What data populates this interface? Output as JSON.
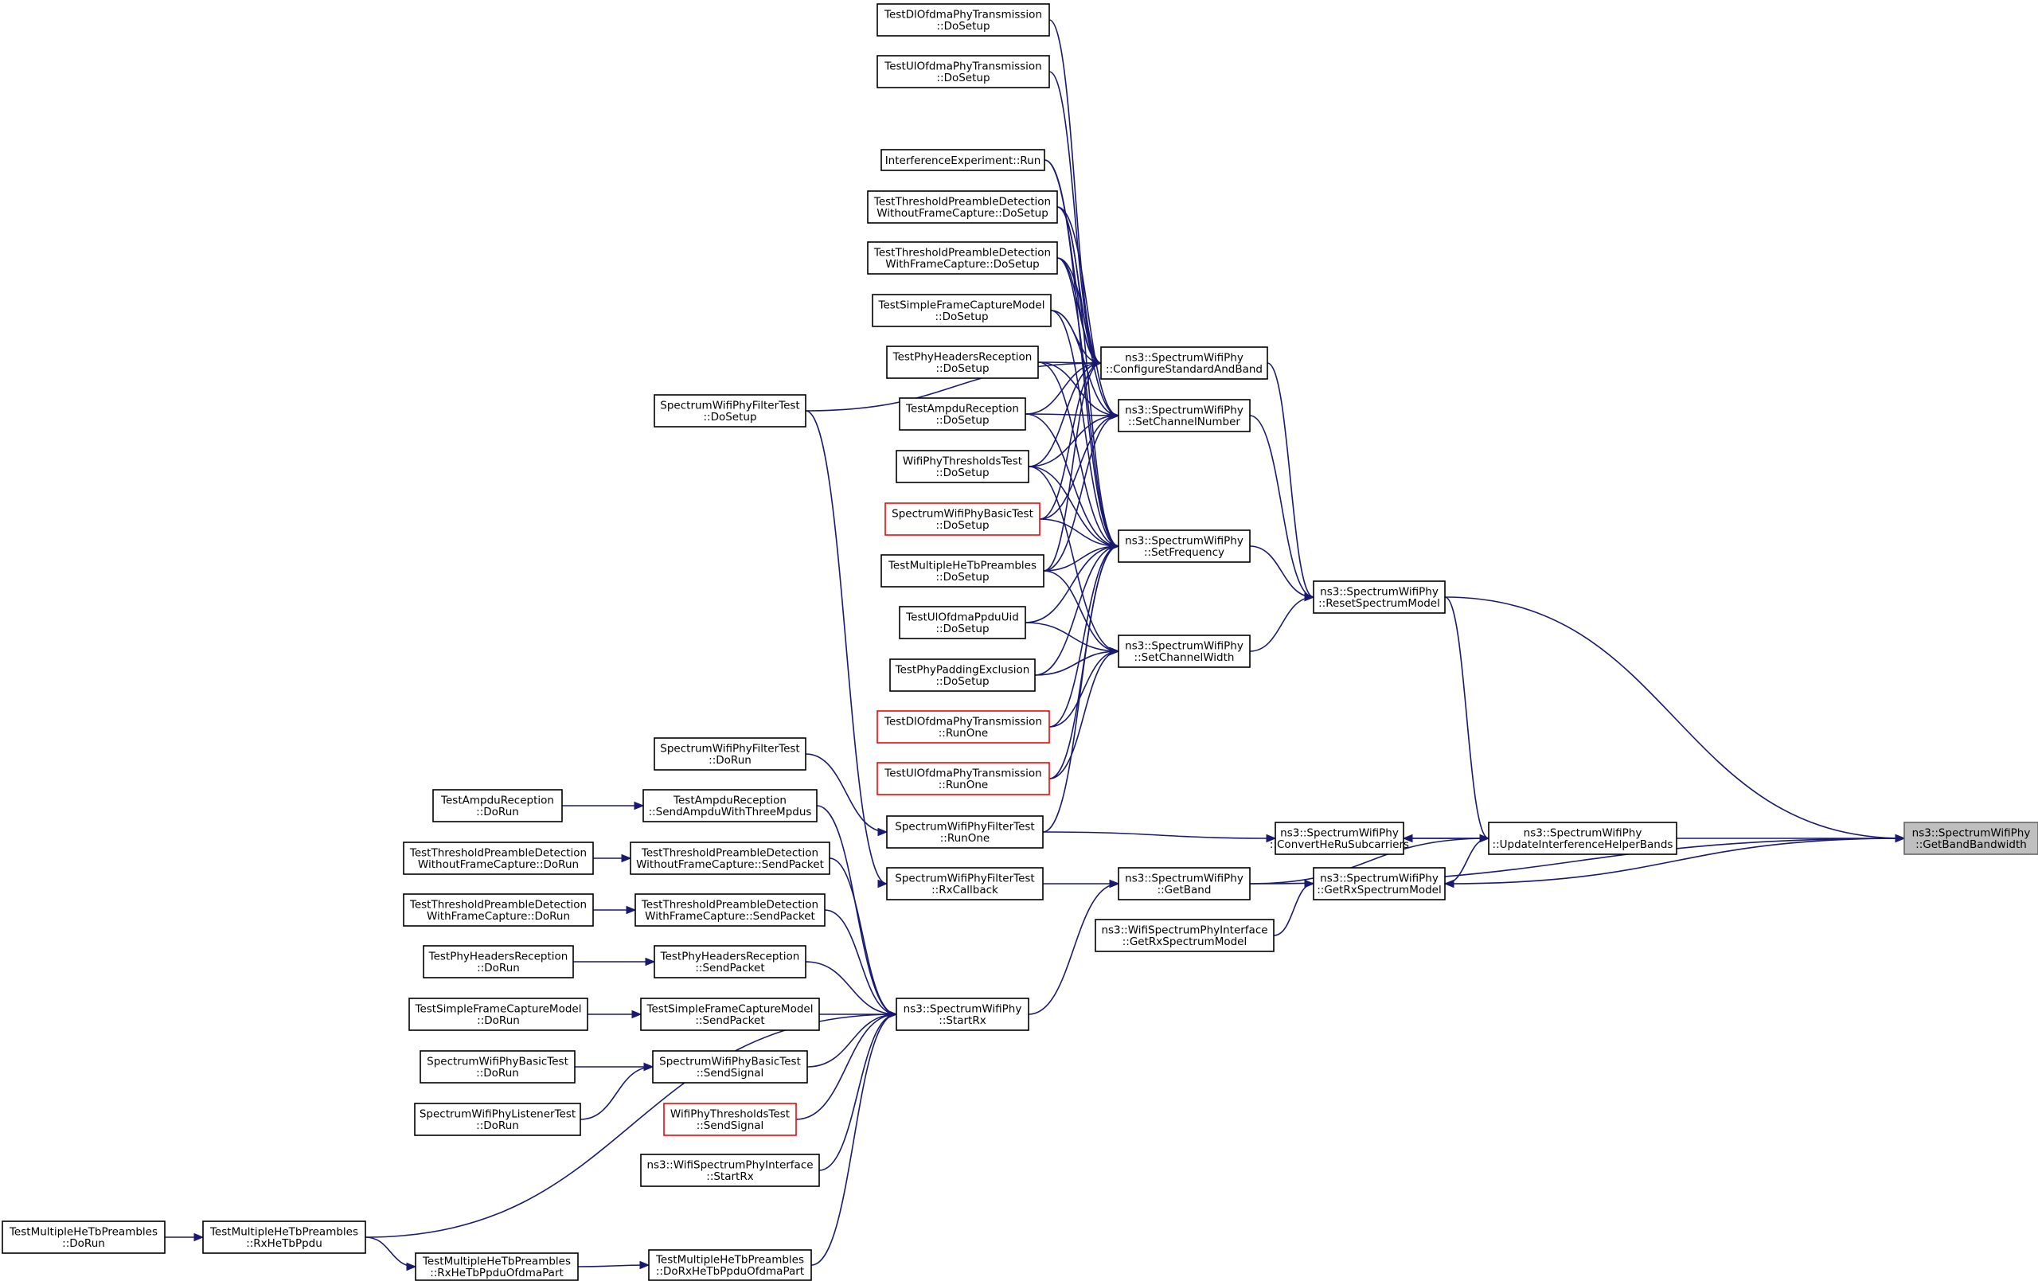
{
  "diagram": {
    "type": "call-graph",
    "edge_color": "#191970",
    "node_border_color": "#000000",
    "highlight_border_color": "#ff0000",
    "focus_fill_color": "#bfbfbf",
    "nodes": [
      {
        "id": "getbandwidth",
        "lines": [
          "ns3::SpectrumWifiPhy",
          "::GetBandBandwidth"
        ],
        "style": "focus"
      },
      {
        "id": "resetsm",
        "lines": [
          "ns3::SpectrumWifiPhy",
          "::ResetSpectrumModel"
        ]
      },
      {
        "id": "converthe",
        "lines": [
          "ns3::SpectrumWifiPhy",
          "::ConvertHeRuSubcarriers"
        ]
      },
      {
        "id": "updateihb",
        "lines": [
          "ns3::SpectrumWifiPhy",
          "::UpdateInterferenceHelperBands"
        ]
      },
      {
        "id": "getrxsm",
        "lines": [
          "ns3::SpectrumWifiPhy",
          "::GetRxSpectrumModel"
        ]
      },
      {
        "id": "getband",
        "lines": [
          "ns3::SpectrumWifiPhy",
          "::GetBand"
        ]
      },
      {
        "id": "wifispecifgetrx",
        "lines": [
          "ns3::WifiSpectrumPhyInterface",
          "::GetRxSpectrumModel"
        ]
      },
      {
        "id": "configstd",
        "lines": [
          "ns3::SpectrumWifiPhy",
          "::ConfigureStandardAndBand"
        ]
      },
      {
        "id": "setchnum",
        "lines": [
          "ns3::SpectrumWifiPhy",
          "::SetChannelNumber"
        ]
      },
      {
        "id": "setfreq",
        "lines": [
          "ns3::SpectrumWifiPhy",
          "::SetFrequency"
        ]
      },
      {
        "id": "setchwidth",
        "lines": [
          "ns3::SpectrumWifiPhy",
          "::SetChannelWidth"
        ]
      },
      {
        "id": "startrx",
        "lines": [
          "ns3::SpectrumWifiPhy",
          "::StartRx"
        ]
      },
      {
        "id": "filtertest_setup",
        "lines": [
          "SpectrumWifiPhyFilterTest",
          "::DoSetup"
        ]
      },
      {
        "id": "filtertest_dorun",
        "lines": [
          "SpectrumWifiPhyFilterTest",
          "::DoRun"
        ]
      },
      {
        "id": "filtertest_runone",
        "lines": [
          "SpectrumWifiPhyFilterTest",
          "::RunOne"
        ]
      },
      {
        "id": "filtertest_rxcb",
        "lines": [
          "SpectrumWifiPhyFilterTest",
          "::RxCallback"
        ]
      },
      {
        "id": "dlofdma_setup",
        "lines": [
          "TestDlOfdmaPhyTransmission",
          "::DoSetup"
        ]
      },
      {
        "id": "ulofdma_setup",
        "lines": [
          "TestUlOfdmaPhyTransmission",
          "::DoSetup"
        ]
      },
      {
        "id": "interfexp_run",
        "lines": [
          "InterferenceExperiment::Run"
        ]
      },
      {
        "id": "thresh_without_setup",
        "lines": [
          "TestThresholdPreambleDetection",
          "WithoutFrameCapture::DoSetup"
        ]
      },
      {
        "id": "thresh_with_setup",
        "lines": [
          "TestThresholdPreambleDetection",
          "WithFrameCapture::DoSetup"
        ]
      },
      {
        "id": "simplefc_setup",
        "lines": [
          "TestSimpleFrameCaptureModel",
          "::DoSetup"
        ]
      },
      {
        "id": "phyheaders_setup",
        "lines": [
          "TestPhyHeadersReception",
          "::DoSetup"
        ]
      },
      {
        "id": "ampdu_setup",
        "lines": [
          "TestAmpduReception",
          "::DoSetup"
        ]
      },
      {
        "id": "wifithresh_setup",
        "lines": [
          "WifiPhyThresholdsTest",
          "::DoSetup"
        ]
      },
      {
        "id": "basictest_setup",
        "lines": [
          "SpectrumWifiPhyBasicTest",
          "::DoSetup"
        ],
        "style": "red"
      },
      {
        "id": "multihetb_setup",
        "lines": [
          "TestMultipleHeTbPreambles",
          "::DoSetup"
        ]
      },
      {
        "id": "ulofdmauid_setup",
        "lines": [
          "TestUlOfdmaPpduUid",
          "::DoSetup"
        ]
      },
      {
        "id": "padding_setup",
        "lines": [
          "TestPhyPaddingExclusion",
          "::DoSetup"
        ]
      },
      {
        "id": "dlofdma_runone",
        "lines": [
          "TestDlOfdmaPhyTransmission",
          "::RunOne"
        ],
        "style": "red"
      },
      {
        "id": "ulofdma_runone",
        "lines": [
          "TestUlOfdmaPhyTransmission",
          "::RunOne"
        ],
        "style": "red"
      },
      {
        "id": "ampdu_dorun",
        "lines": [
          "TestAmpduReception",
          "::DoRun"
        ]
      },
      {
        "id": "ampdu_send",
        "lines": [
          "TestAmpduReception",
          "::SendAmpduWithThreeMpdus"
        ]
      },
      {
        "id": "thresh_without_dorun",
        "lines": [
          "TestThresholdPreambleDetection",
          "WithoutFrameCapture::DoRun"
        ]
      },
      {
        "id": "thresh_without_send",
        "lines": [
          "TestThresholdPreambleDetection",
          "WithoutFrameCapture::SendPacket"
        ]
      },
      {
        "id": "thresh_with_dorun",
        "lines": [
          "TestThresholdPreambleDetection",
          "WithFrameCapture::DoRun"
        ]
      },
      {
        "id": "thresh_with_send",
        "lines": [
          "TestThresholdPreambleDetection",
          "WithFrameCapture::SendPacket"
        ]
      },
      {
        "id": "phyheaders_dorun",
        "lines": [
          "TestPhyHeadersReception",
          "::DoRun"
        ]
      },
      {
        "id": "phyheaders_send",
        "lines": [
          "TestPhyHeadersReception",
          "::SendPacket"
        ]
      },
      {
        "id": "simplefc_dorun",
        "lines": [
          "TestSimpleFrameCaptureModel",
          "::DoRun"
        ]
      },
      {
        "id": "simplefc_send",
        "lines": [
          "TestSimpleFrameCaptureModel",
          "::SendPacket"
        ]
      },
      {
        "id": "basictest_dorun",
        "lines": [
          "SpectrumWifiPhyBasicTest",
          "::DoRun"
        ]
      },
      {
        "id": "basictest_send",
        "lines": [
          "SpectrumWifiPhyBasicTest",
          "::SendSignal"
        ]
      },
      {
        "id": "listener_dorun",
        "lines": [
          "SpectrumWifiPhyListenerTest",
          "::DoRun"
        ]
      },
      {
        "id": "wifithresh_send",
        "lines": [
          "WifiPhyThresholdsTest",
          "::SendSignal"
        ],
        "style": "red"
      },
      {
        "id": "wifispecif_startrx",
        "lines": [
          "ns3::WifiSpectrumPhyInterface",
          "::StartRx"
        ]
      },
      {
        "id": "multihetb_dorun",
        "lines": [
          "TestMultipleHeTbPreambles",
          "::DoRun"
        ]
      },
      {
        "id": "multihetb_rx",
        "lines": [
          "TestMultipleHeTbPreambles",
          "::RxHeTbPpdu"
        ]
      },
      {
        "id": "multihetb_rxofdma",
        "lines": [
          "TestMultipleHeTbPreambles",
          "::RxHeTbPpduOfdmaPart"
        ]
      },
      {
        "id": "multihetb_dorxofdma",
        "lines": [
          "TestMultipleHeTbPreambles",
          "::DoRxHeTbPpduOfdmaPart"
        ]
      }
    ],
    "edges": [
      {
        "from": "getbandwidth",
        "to": "resetsm"
      },
      {
        "from": "getbandwidth",
        "to": "converthe"
      },
      {
        "from": "getbandwidth",
        "to": "getrxsm"
      },
      {
        "from": "getbandwidth",
        "to": "getband"
      },
      {
        "from": "converthe",
        "to": "updateihb"
      },
      {
        "from": "converthe",
        "to": "filtertest_runone"
      },
      {
        "from": "updateihb",
        "to": "resetsm"
      },
      {
        "from": "updateihb",
        "to": "getband"
      },
      {
        "from": "getrxsm",
        "to": "updateihb"
      },
      {
        "from": "getrxsm",
        "to": "wifispecifgetrx"
      },
      {
        "from": "getband",
        "to": "filtertest_rxcb"
      },
      {
        "from": "getband",
        "to": "startrx"
      },
      {
        "from": "resetsm",
        "to": "configstd"
      },
      {
        "from": "resetsm",
        "to": "setchnum"
      },
      {
        "from": "resetsm",
        "to": "setfreq"
      },
      {
        "from": "resetsm",
        "to": "setchwidth"
      },
      {
        "from": "configstd",
        "to": "dlofdma_setup"
      },
      {
        "from": "configstd",
        "to": "ulofdma_setup"
      },
      {
        "from": "configstd",
        "to": "filtertest_setup"
      },
      {
        "from": "configstd",
        "to": "interfexp_run"
      },
      {
        "from": "configstd",
        "to": "thresh_without_setup"
      },
      {
        "from": "configstd",
        "to": "thresh_with_setup"
      },
      {
        "from": "configstd",
        "to": "simplefc_setup"
      },
      {
        "from": "configstd",
        "to": "phyheaders_setup"
      },
      {
        "from": "configstd",
        "to": "ampdu_setup"
      },
      {
        "from": "configstd",
        "to": "wifithresh_setup"
      },
      {
        "from": "configstd",
        "to": "basictest_setup"
      },
      {
        "from": "configstd",
        "to": "multihetb_setup"
      },
      {
        "from": "setchnum",
        "to": "ampdu_setup"
      },
      {
        "from": "setchnum",
        "to": "wifithresh_setup"
      },
      {
        "from": "setchnum",
        "to": "simplefc_setup"
      },
      {
        "from": "setchnum",
        "to": "thresh_with_setup"
      },
      {
        "from": "setchnum",
        "to": "thresh_without_setup"
      },
      {
        "from": "setchnum",
        "to": "phyheaders_setup"
      },
      {
        "from": "setchnum",
        "to": "basictest_setup"
      },
      {
        "from": "setchnum",
        "to": "multihetb_setup"
      },
      {
        "from": "setfreq",
        "to": "basictest_setup"
      },
      {
        "from": "setfreq",
        "to": "multihetb_setup"
      },
      {
        "from": "setfreq",
        "to": "ulofdmauid_setup"
      },
      {
        "from": "setfreq",
        "to": "padding_setup"
      },
      {
        "from": "setfreq",
        "to": "dlofdma_runone"
      },
      {
        "from": "setfreq",
        "to": "ulofdma_runone"
      },
      {
        "from": "setfreq",
        "to": "filtertest_runone"
      },
      {
        "from": "setfreq",
        "to": "interfexp_run"
      },
      {
        "from": "setfreq",
        "to": "thresh_without_setup"
      },
      {
        "from": "setfreq",
        "to": "thresh_with_setup"
      },
      {
        "from": "setfreq",
        "to": "simplefc_setup"
      },
      {
        "from": "setfreq",
        "to": "phyheaders_setup"
      },
      {
        "from": "setfreq",
        "to": "ampdu_setup"
      },
      {
        "from": "setfreq",
        "to": "wifithresh_setup"
      },
      {
        "from": "setchwidth",
        "to": "multihetb_setup"
      },
      {
        "from": "setchwidth",
        "to": "ulofdmauid_setup"
      },
      {
        "from": "setchwidth",
        "to": "padding_setup"
      },
      {
        "from": "setchwidth",
        "to": "dlofdma_runone"
      },
      {
        "from": "setchwidth",
        "to": "ulofdma_runone"
      },
      {
        "from": "setchwidth",
        "to": "wifithresh_setup"
      },
      {
        "from": "filtertest_runone",
        "to": "filtertest_dorun"
      },
      {
        "from": "filtertest_rxcb",
        "to": "filtertest_setup"
      },
      {
        "from": "startrx",
        "to": "ampdu_send"
      },
      {
        "from": "startrx",
        "to": "thresh_without_send"
      },
      {
        "from": "startrx",
        "to": "thresh_with_send"
      },
      {
        "from": "startrx",
        "to": "phyheaders_send"
      },
      {
        "from": "startrx",
        "to": "simplefc_send"
      },
      {
        "from": "startrx",
        "to": "basictest_send"
      },
      {
        "from": "startrx",
        "to": "wifithresh_send"
      },
      {
        "from": "startrx",
        "to": "wifispecif_startrx"
      },
      {
        "from": "startrx",
        "to": "multihetb_rx"
      },
      {
        "from": "startrx",
        "to": "multihetb_dorxofdma"
      },
      {
        "from": "ampdu_send",
        "to": "ampdu_dorun"
      },
      {
        "from": "thresh_without_send",
        "to": "thresh_without_dorun"
      },
      {
        "from": "thresh_with_send",
        "to": "thresh_with_dorun"
      },
      {
        "from": "phyheaders_send",
        "to": "phyheaders_dorun"
      },
      {
        "from": "simplefc_send",
        "to": "simplefc_dorun"
      },
      {
        "from": "basictest_send",
        "to": "basictest_dorun"
      },
      {
        "from": "basictest_send",
        "to": "listener_dorun"
      },
      {
        "from": "multihetb_rx",
        "to": "multihetb_dorun"
      },
      {
        "from": "multihetb_rxofdma",
        "to": "multihetb_rx"
      },
      {
        "from": "multihetb_dorxofdma",
        "to": "multihetb_rxofdma"
      }
    ]
  }
}
